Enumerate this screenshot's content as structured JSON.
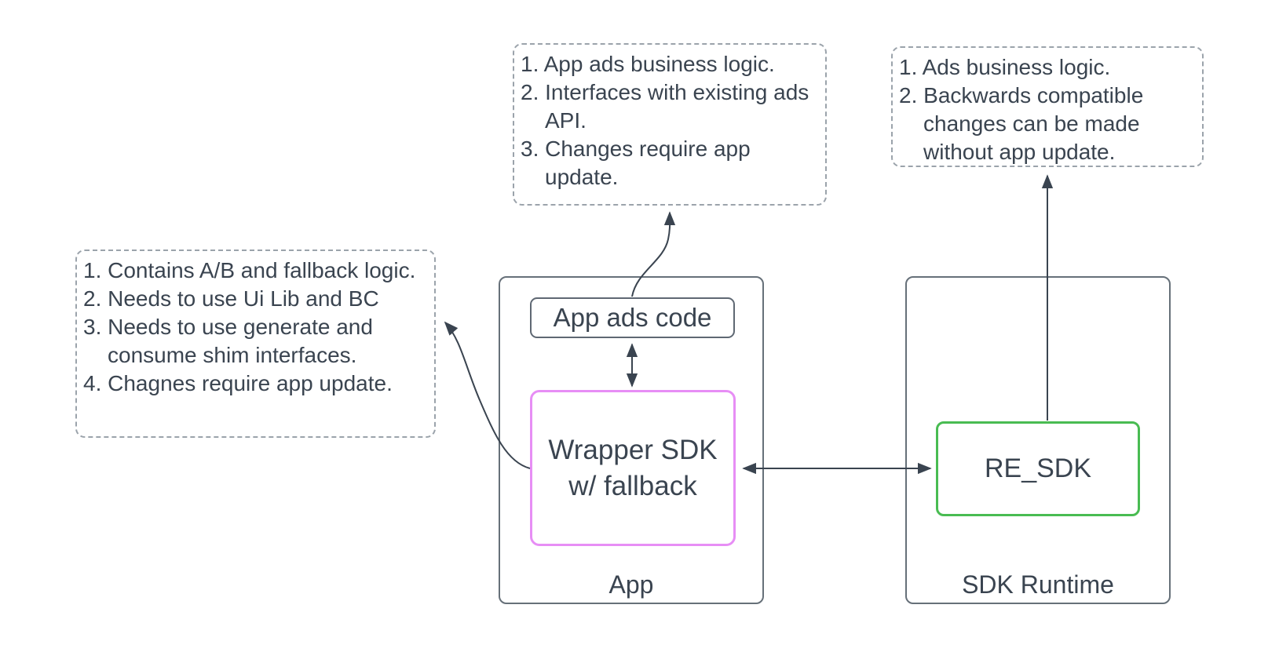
{
  "notes": {
    "top_center": {
      "items": [
        "App ads business logic.",
        "Interfaces with existing ads API.",
        "Changes require app update."
      ]
    },
    "top_right": {
      "items": [
        "Ads business logic.",
        "Backwards compatible changes can be made without app update."
      ]
    },
    "left": {
      "items": [
        "Contains A/B and fallback logic.",
        "Needs to use Ui Lib and BC",
        "Needs to use generate and consume shim interfaces.",
        "Chagnes require app update."
      ]
    }
  },
  "nodes": {
    "app_container": {
      "label": "App"
    },
    "app_ads_code": {
      "label": "App ads code"
    },
    "wrapper_sdk": {
      "line1": "Wrapper SDK",
      "line2": "w/ fallback"
    },
    "sdk_runtime_container": {
      "label": "SDK Runtime"
    },
    "re_sdk": {
      "label": "RE_SDK"
    }
  },
  "connectors": [
    {
      "from": "App ads code",
      "to": "top-center note",
      "style": "curved",
      "arrowheads": "end"
    },
    {
      "from": "Wrapper SDK w/ fallback",
      "to": "left note",
      "style": "curved",
      "arrowheads": "end"
    },
    {
      "from": "RE_SDK",
      "to": "top-right note",
      "style": "straight",
      "arrowheads": "end"
    },
    {
      "from": "App ads code",
      "to": "Wrapper SDK w/ fallback",
      "style": "straight",
      "arrowheads": "both"
    },
    {
      "from": "Wrapper SDK w/ fallback",
      "to": "RE_SDK",
      "style": "straight",
      "arrowheads": "both"
    }
  ],
  "colors": {
    "background": "#ffffff",
    "ink": "#3a4450",
    "container_border": "#667079",
    "inner_box_border": "#5f6873",
    "note_border": "#9ba3ab",
    "wrapper_sdk_border": "#e78ef5",
    "re_sdk_border": "#49bc52"
  }
}
